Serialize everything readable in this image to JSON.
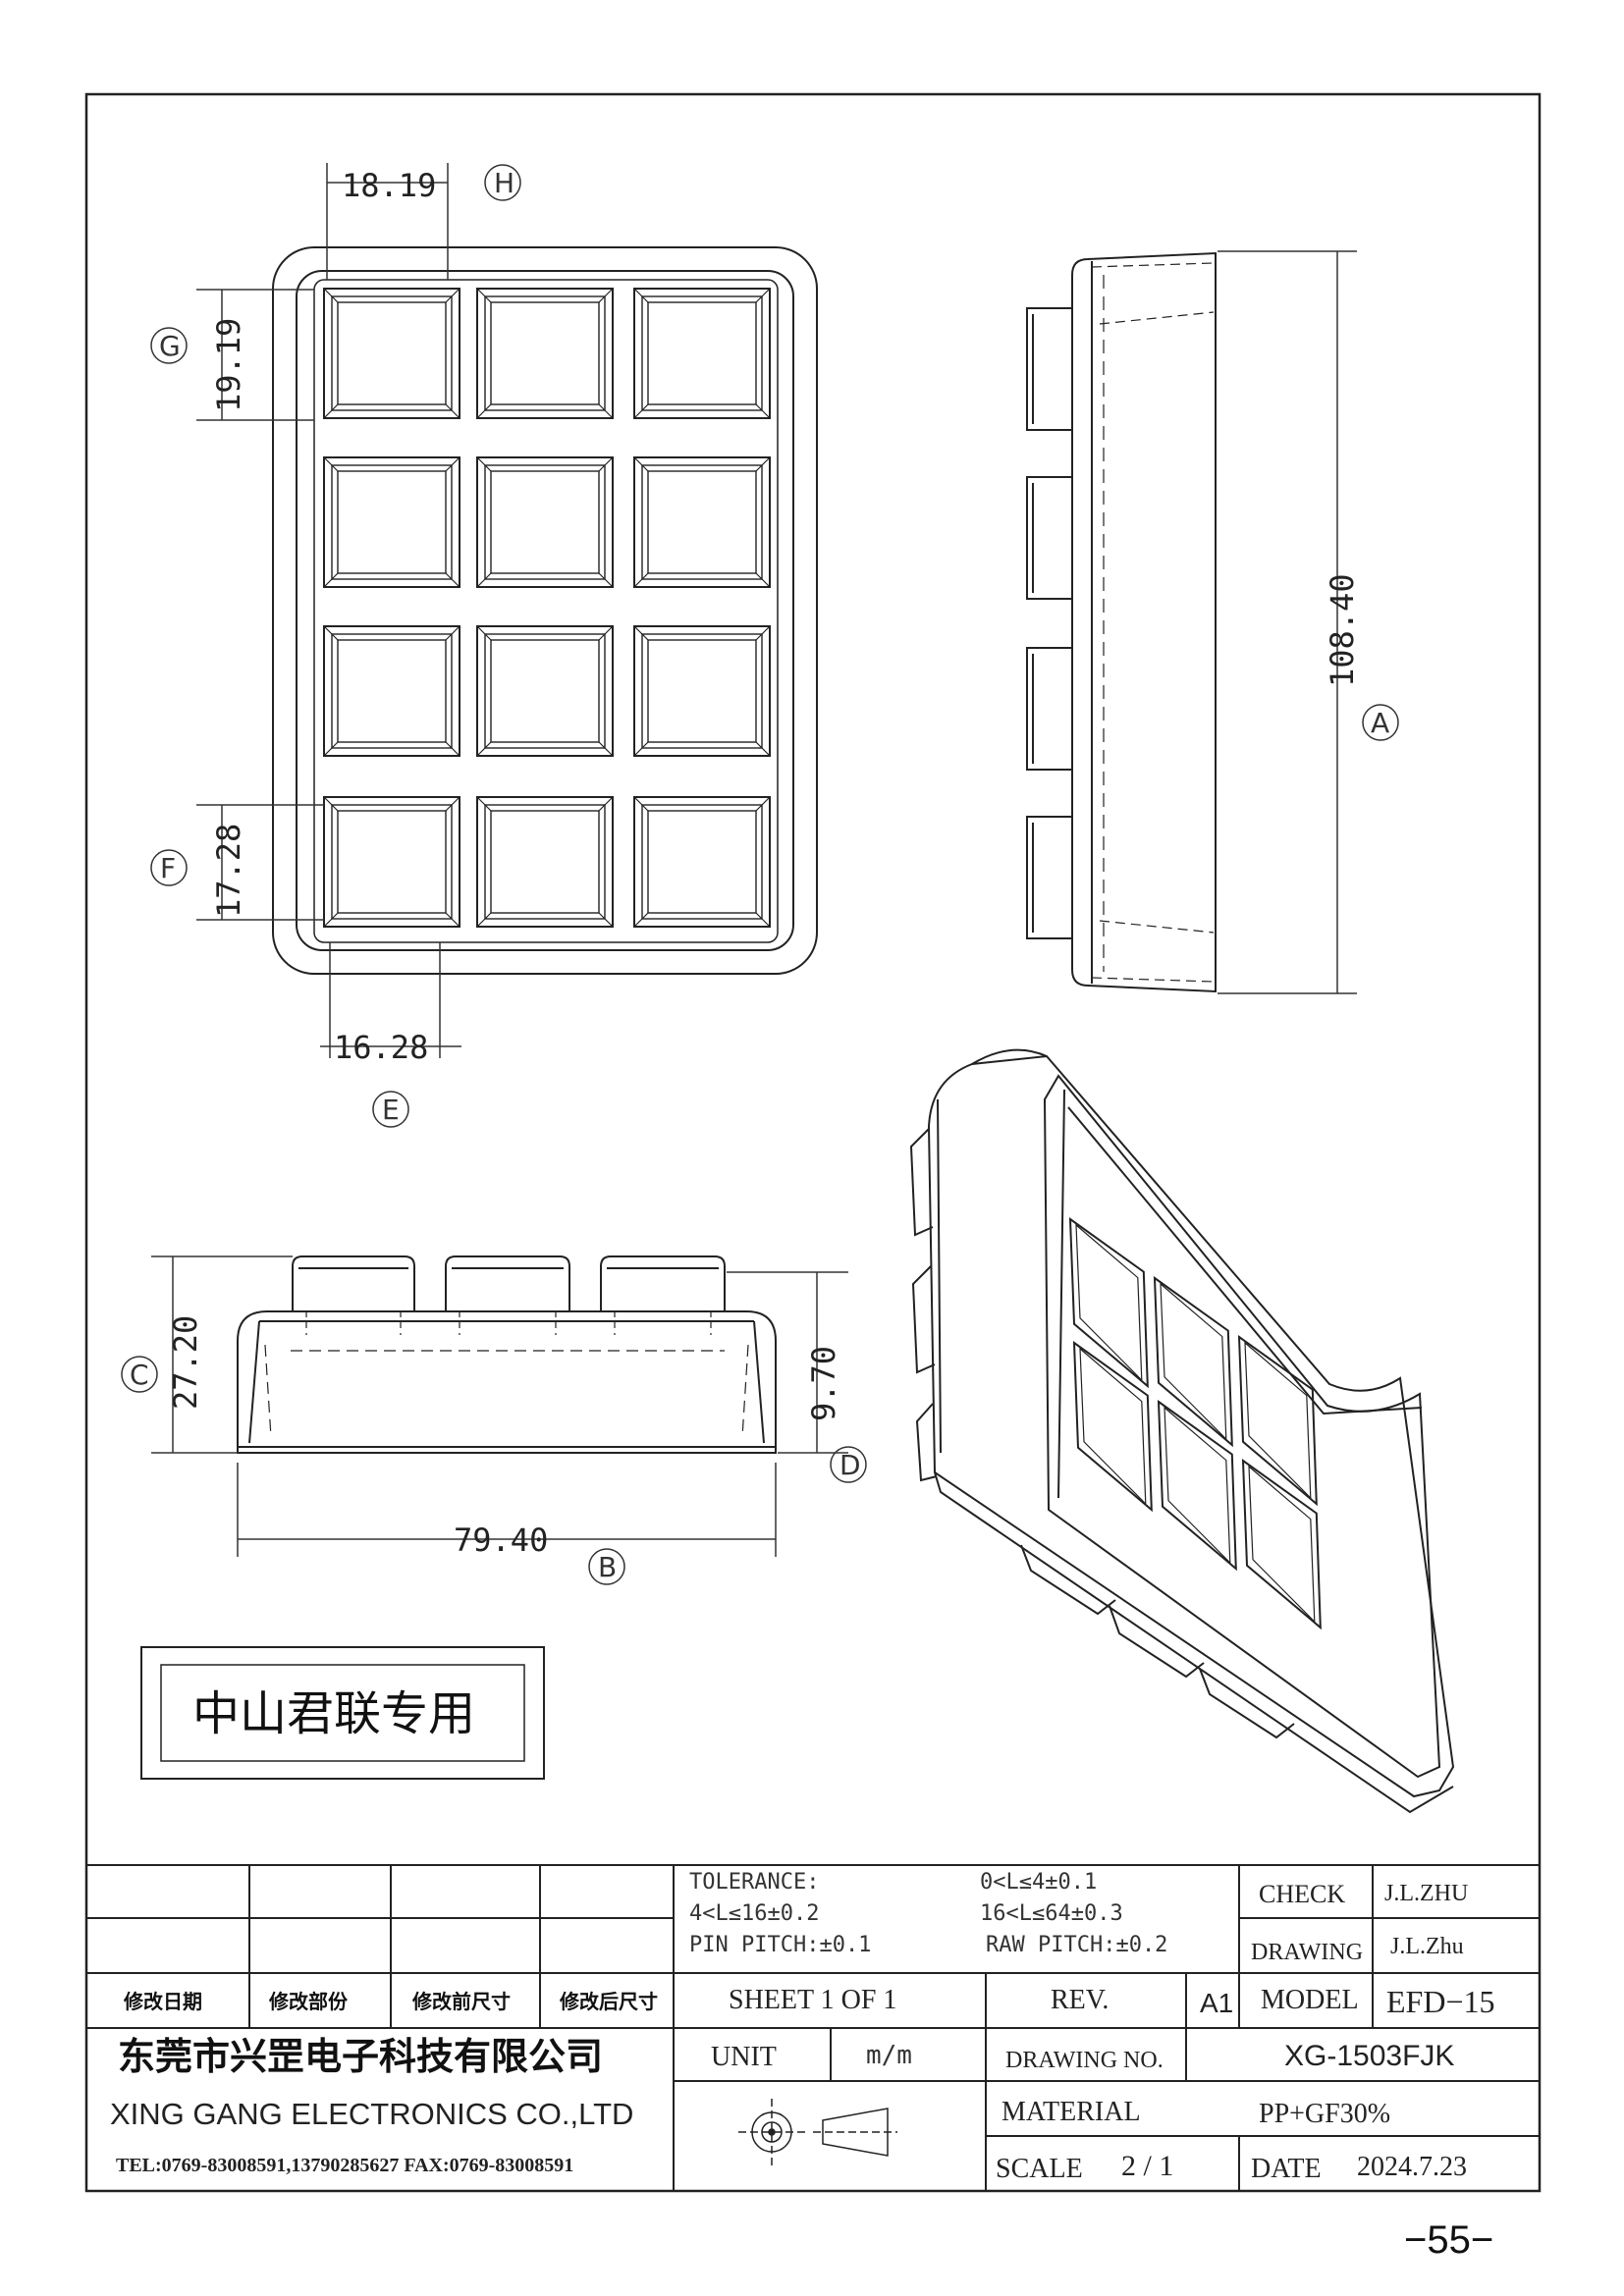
{
  "dimensions": {
    "H_value": "18.19",
    "H_label": "H",
    "G_value": "19.19",
    "G_label": "G",
    "F_value": "17.28",
    "F_label": "F",
    "E_value": "16.28",
    "E_label": "E",
    "A_value": "108.40",
    "A_label": "A",
    "C_value": "27.20",
    "C_label": "C",
    "D_value": "9.70",
    "D_label": "D",
    "B_value": "79.40",
    "B_label": "B"
  },
  "stamp": {
    "text": "中山君联专用"
  },
  "title_block": {
    "tolerance_label": "TOLERANCE:",
    "tol_1": "0<L≤4±0.1",
    "tol_2": "4<L≤16±0.2",
    "tol_3": "16<L≤64±0.3",
    "pin_pitch": "PIN PITCH:±0.1",
    "raw_pitch": "RAW PITCH:±0.2",
    "check_label": "CHECK",
    "check_value": "J.L.ZHU",
    "drawing_label": "DRAWING",
    "drawing_value": "J.L.Zhu",
    "rev_headers": [
      "修改日期",
      "修改部份",
      "修改前尺寸",
      "修改后尺寸"
    ],
    "sheet": "SHEET  1  OF  1",
    "rev_label": "REV.",
    "rev_value": "A1",
    "model_label": "MODEL",
    "model_value": "EFD−15",
    "company_cn": "东莞市兴罡电子科技有限公司",
    "company_en": "XING  GANG ELECTRONICS CO.,LTD",
    "contact": "TEL:0769-83008591,13790285627 FAX:0769-83008591",
    "unit_label": "UNIT",
    "unit_value": "m/m",
    "drawing_no_label": "DRAWING  NO.",
    "drawing_no_value": "XG-1503FJK",
    "material_label": "MATERIAL",
    "material_value": "PP+GF30%",
    "scale_label": "SCALE",
    "scale_value": "2  /  1",
    "date_label": "DATE",
    "date_value": "2024.7.23"
  },
  "page_number": "−55−"
}
